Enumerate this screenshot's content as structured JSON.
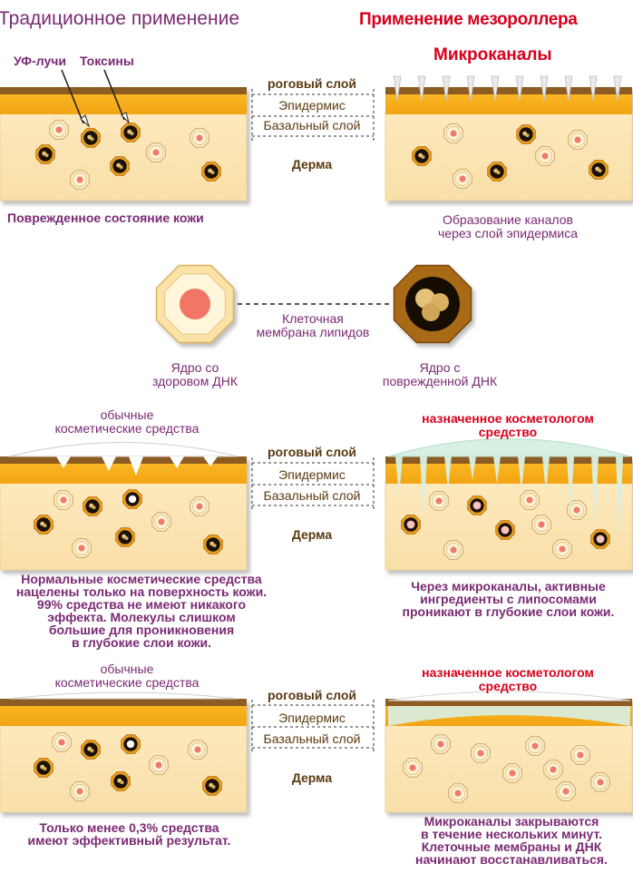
{
  "titles": {
    "traditional": "Традиционное применение",
    "mesoroller": "Применение мезороллера",
    "microchannels": "Микроканалы"
  },
  "annotations": {
    "uv": "УФ-лучи",
    "toxins": "Токсины"
  },
  "layers": {
    "stratum_corneum": "роговый слой",
    "epidermis": "Эпидермис",
    "basal": "Базальный слой",
    "dermis": "Дерма"
  },
  "captions": {
    "damaged_skin": "Поврежденное состояние кожи",
    "channel_formation": "Образование каналов\nчерез слой эпидермиса",
    "healthy_cell": "Ядро со\nздоровом ДНК",
    "damaged_cell": "Ядро с\nповрежденной ДНК",
    "membrane": "Клеточная\nмембрана липидов",
    "ordinary_cosmetics": "обычные\nкосметические средства",
    "prescribed": "назначенное косметологом\nсредство",
    "ordinary_effect": "Нормальные косметические средства\nнацелены только на поверхность кожи.\n99% средства не имеют никакого\nэффекта. Молекулы слишком\nбольшие для проникновения\nв глубокие слои кожи.",
    "prescribed_effect": "Через микроканалы, активные\nингредиенты с липосомами\nпроникают в глубокие слои кожи.",
    "low_result": "Только менее 0,3% средства\nимеют эффективный результат.",
    "recovery": "Микроканалы закрываются\nв течение нескольких минут.\nКлеточные мембраны и ДНК\nначинают восстанавливаться."
  },
  "colors": {
    "skin_top": "#8d5b22",
    "epidermis": "#f6ae1b",
    "dermis": "#fbe7b8",
    "text_purple": "#7a2a73",
    "text_red": "#d6001c",
    "text_brown": "#5a3a10",
    "serum": "#d8f0e4"
  }
}
